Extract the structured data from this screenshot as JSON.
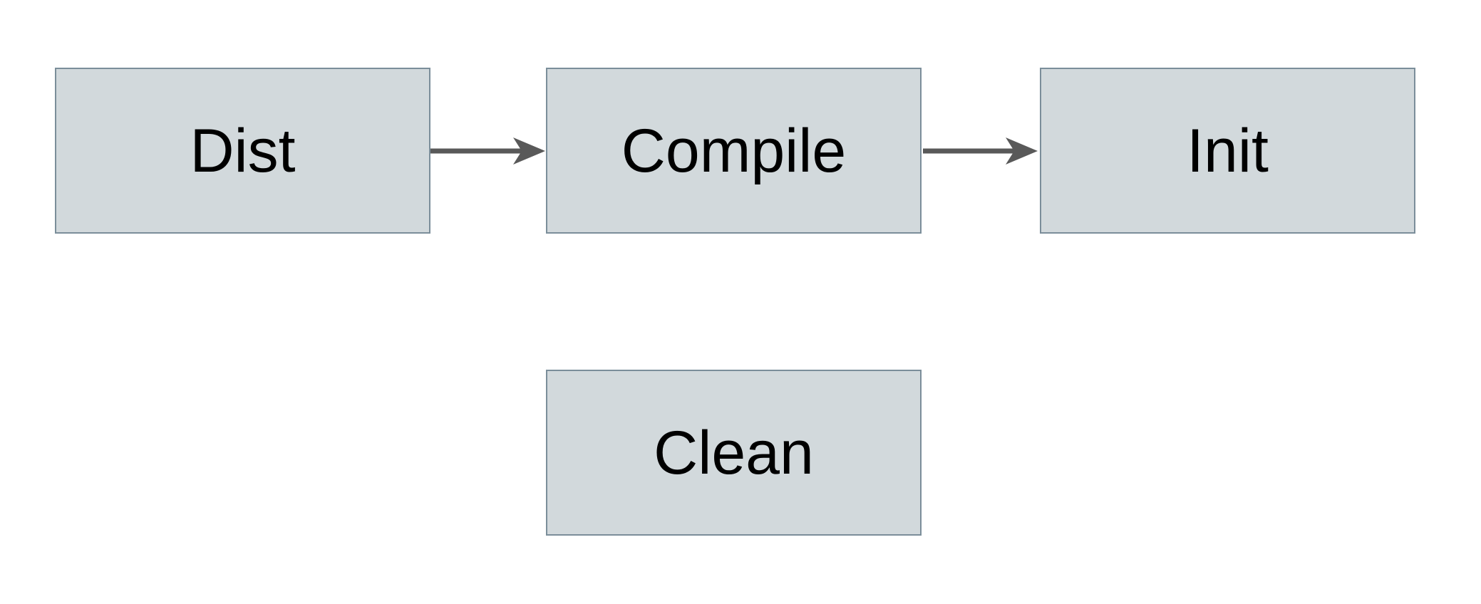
{
  "diagram": {
    "nodes": [
      {
        "id": "dist",
        "label": "Dist"
      },
      {
        "id": "compile",
        "label": "Compile"
      },
      {
        "id": "init",
        "label": "Init"
      },
      {
        "id": "clean",
        "label": "Clean"
      }
    ],
    "edges": [
      {
        "from": "Dist",
        "to": "Compile",
        "style": "arrow-right"
      },
      {
        "from": "Compile",
        "to": "Init",
        "style": "arrow-right"
      }
    ],
    "colors": {
      "background": "#ffffff",
      "node_fill": "#d2d9dc",
      "node_border": "#7b8e9a",
      "arrow": "#595959",
      "text": "#000000"
    }
  }
}
